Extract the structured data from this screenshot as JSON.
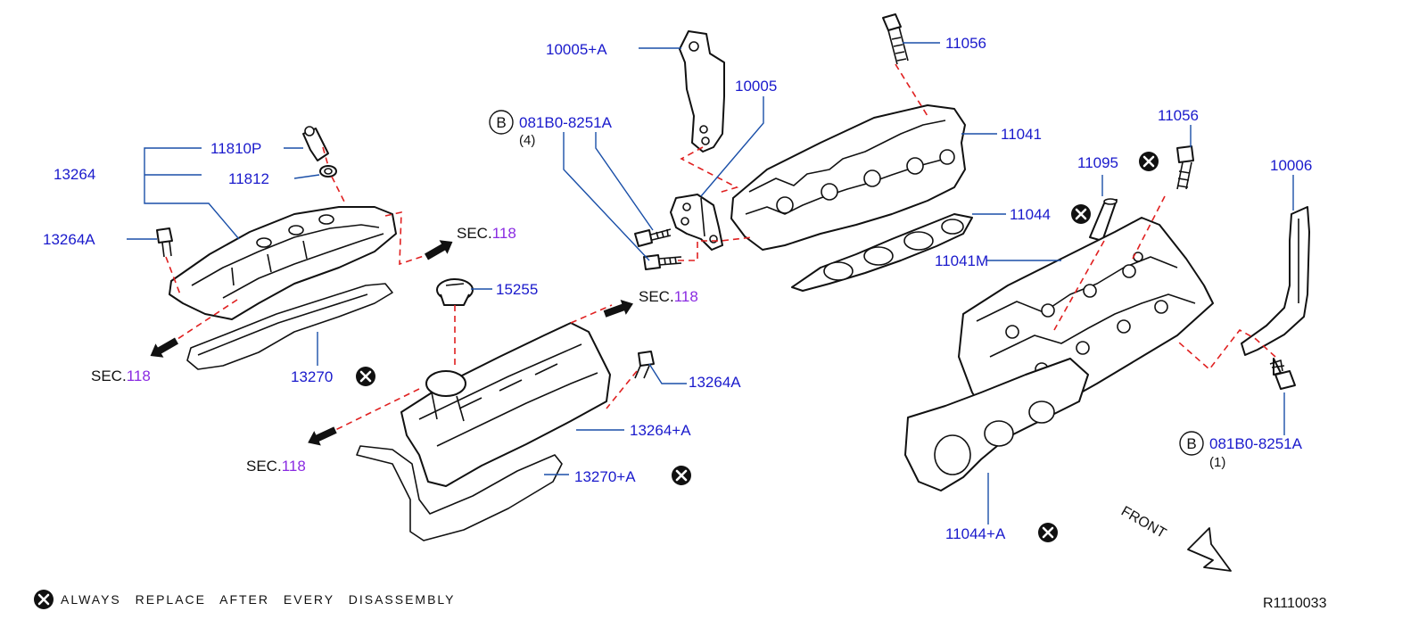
{
  "colors": {
    "part_number": "#1a1acc",
    "leader": "#1a4fa8",
    "install_path": "#e02020",
    "sec_number": "#8a2be2",
    "line": "#111111"
  },
  "parts": {
    "p_10005A": "10005+A",
    "p_10005": "10005",
    "p_11056_top": "11056",
    "p_11041": "11041",
    "p_11044": "11044",
    "p_11041M": "11041M",
    "p_11095": "11095",
    "p_11056_right": "11056",
    "p_10006": "10006",
    "p_081B0_left": "081B0-8251A",
    "p_081B0_right": "081B0-8251A",
    "p_11810P": "11810P",
    "p_11812": "11812",
    "p_13264": "13264",
    "p_13264A_left": "13264A",
    "p_13264A_mid": "13264A",
    "p_15255": "15255",
    "p_13270": "13270",
    "p_13264_plus_A": "13264+A",
    "p_13270_plus_A": "13270+A",
    "p_11044_plus_A": "11044+A"
  },
  "quantities": {
    "q_left": "(4)",
    "q_right": "(1)"
  },
  "bolt_badge": "B",
  "sec_refs": {
    "prefix": "SEC.",
    "number": "118"
  },
  "front_label": "FRONT",
  "legend": {
    "icon": "replace-icon",
    "text": "ALWAYS REPLACE AFTER EVERY DISASSEMBLY"
  },
  "diagram_ref": "R1110033"
}
